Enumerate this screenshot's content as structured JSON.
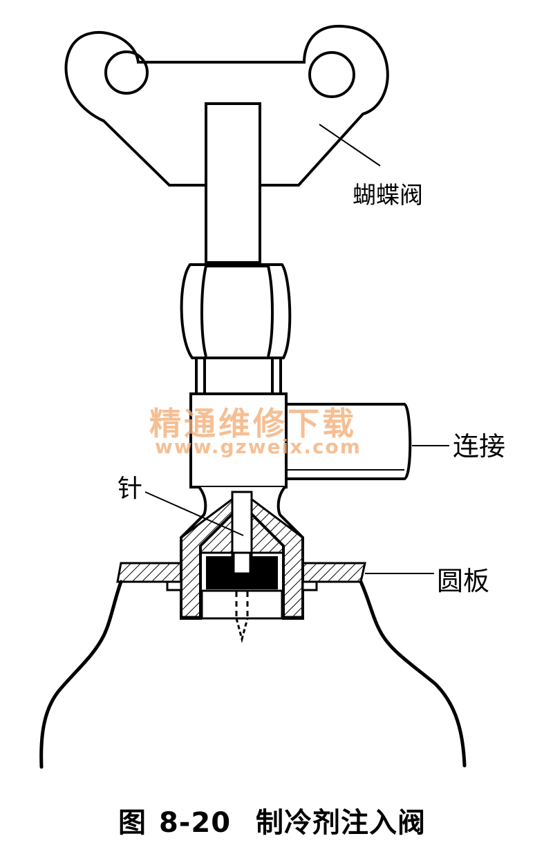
{
  "labels": {
    "butterfly_valve": "蝴蝶阀",
    "connection": "连接",
    "needle": "针",
    "disc": "圆板"
  },
  "caption": {
    "prefix": "图",
    "number": "8-20",
    "title": "制冷剂注入阀"
  },
  "watermark": {
    "text": "精通维修下载",
    "url": "www.gzweix.com"
  },
  "colors": {
    "line": "#000000",
    "watermark": "#f3b07a"
  }
}
